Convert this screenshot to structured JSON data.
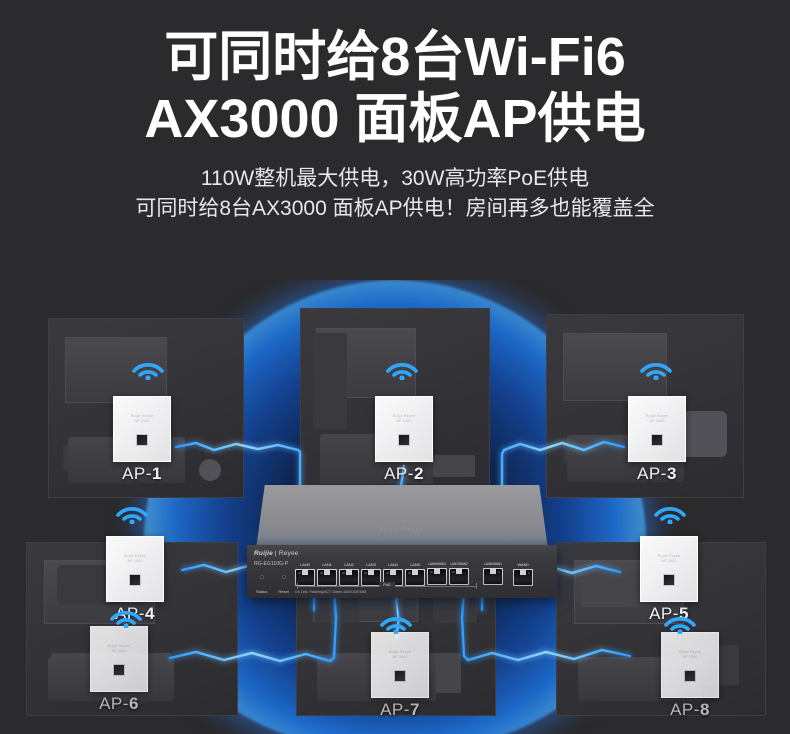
{
  "header": {
    "title_line1": "可同时给8台Wi-Fi6",
    "title_line2": "AX3000 面板AP供电",
    "sub_line1": "110W整机最大供电，30W高功率PoE供电",
    "sub_line2": "可同时给8台AX3000 面板AP供电！房间再多也能覆盖全"
  },
  "colors": {
    "background": "#2b2a2c",
    "title": "#ffffff",
    "subtitle": "#e8e8ea",
    "accent_blue": "#1a8fff",
    "glow_cyan": "#5fc8ff",
    "device_top": "#8c8c91",
    "device_face": "#3a393e"
  },
  "device": {
    "brand": "Ruijie",
    "brand_sub": "Reyee",
    "model": "RG-EG110G-P",
    "embossed": "Ruijie   Reyee",
    "leds": [
      {
        "label": "Status"
      },
      {
        "label": "Reset"
      }
    ],
    "poe_label": "PoE",
    "footer_note": "On Link: Flashing/ACT  Green:1000/100/10M",
    "ports_bank1": [
      {
        "label": "LAN0",
        "type": "poe"
      },
      {
        "label": "LAN1",
        "type": "poe"
      },
      {
        "label": "LAN2",
        "type": "poe"
      },
      {
        "label": "LAN3",
        "type": "poe"
      },
      {
        "label": "LAN4",
        "type": "poe"
      },
      {
        "label": "LAN5",
        "type": "poe"
      },
      {
        "label": "LAN6/WAN3",
        "type": "poe"
      },
      {
        "label": "LAN7/WAN2",
        "type": "poe"
      }
    ],
    "ports_bank2": [
      {
        "label": "LAN8/WAN1",
        "type": "wan"
      },
      {
        "label": "WAN0",
        "type": "wan"
      }
    ]
  },
  "access_points": [
    {
      "id": "ap-1",
      "label_prefix": "AP-",
      "label_num": "1",
      "panel_text_1": "Ruijie Reyee",
      "panel_text_2": "AP 3000"
    },
    {
      "id": "ap-2",
      "label_prefix": "AP-",
      "label_num": "2",
      "panel_text_1": "Ruijie Reyee",
      "panel_text_2": "AP 3000"
    },
    {
      "id": "ap-3",
      "label_prefix": "AP-",
      "label_num": "3",
      "panel_text_1": "Ruijie Reyee",
      "panel_text_2": "AP 3000"
    },
    {
      "id": "ap-4",
      "label_prefix": "AP-",
      "label_num": "4",
      "panel_text_1": "Ruijie Reyee",
      "panel_text_2": "AP 3000"
    },
    {
      "id": "ap-5",
      "label_prefix": "AP-",
      "label_num": "5",
      "panel_text_1": "Ruijie Reyee",
      "panel_text_2": "AP 3000"
    },
    {
      "id": "ap-6",
      "label_prefix": "AP-",
      "label_num": "6",
      "panel_text_1": "Ruijie Reyee",
      "panel_text_2": "AP 3000"
    },
    {
      "id": "ap-7",
      "label_prefix": "AP-",
      "label_num": "7",
      "panel_text_1": "Ruijie Reyee",
      "panel_text_2": "AP 3000"
    },
    {
      "id": "ap-8",
      "label_prefix": "AP-",
      "label_num": "8",
      "panel_text_1": "Ruijie Reyee",
      "panel_text_2": "AP 3000"
    }
  ]
}
